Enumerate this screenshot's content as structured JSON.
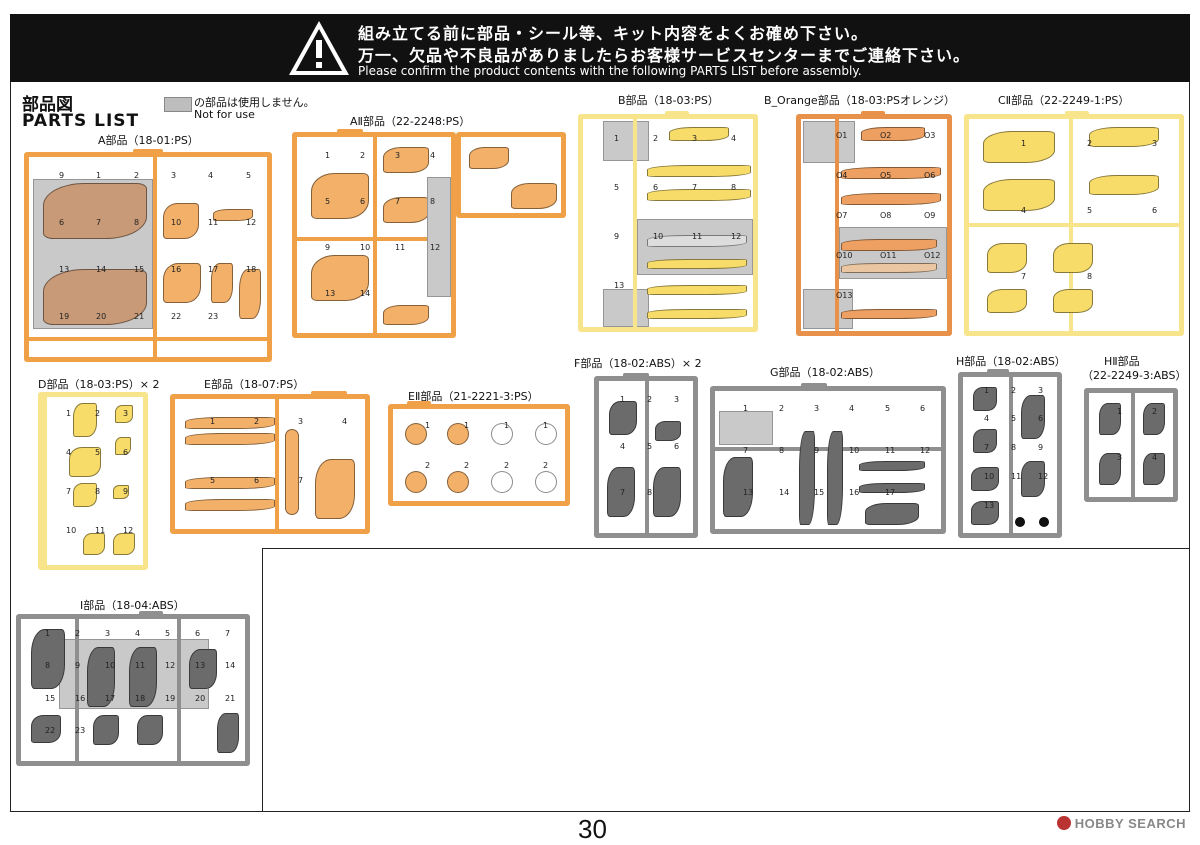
{
  "banner": {
    "line1": "組み立てる前に部品・シール等、キット内容をよくお確め下さい。",
    "line2": "万一、欠品や不良品がありましたらお客様サービスセンターまでご連絡下さい。",
    "line3": "Please confirm the product contents with the following PARTS LIST before assembly."
  },
  "section": {
    "title_jp": "部品図",
    "title_en": "PARTS LIST"
  },
  "legend": {
    "jp": "の部品は使用しません。",
    "en": "Not for use",
    "swatch_color": "#bdbdbd"
  },
  "runners": {
    "A": {
      "label": "A部品（18-01:PS）",
      "nums": [
        "9",
        "1",
        "2",
        "3",
        "4",
        "5",
        "6",
        "7",
        "8",
        "10",
        "11",
        "12",
        "13",
        "14",
        "15",
        "16",
        "17",
        "18",
        "19",
        "20",
        "21",
        "22",
        "23"
      ]
    },
    "A2": {
      "label": "AⅡ部品（22-2248:PS）",
      "nums": [
        "1",
        "2",
        "3",
        "4",
        "5",
        "6",
        "7",
        "8",
        "9",
        "10",
        "11",
        "12",
        "13",
        "14"
      ]
    },
    "B": {
      "label": "B部品（18-03:PS）",
      "nums": [
        "1",
        "2",
        "3",
        "4",
        "5",
        "6",
        "7",
        "8",
        "9",
        "10",
        "11",
        "12",
        "13"
      ]
    },
    "BO": {
      "label": "B_Orange部品（18-03:PSオレンジ）",
      "nums": [
        "O1",
        "O2",
        "O3",
        "O4",
        "O5",
        "O6",
        "O7",
        "O8",
        "O9",
        "O10",
        "O11",
        "O12",
        "O13"
      ]
    },
    "C2": {
      "label": "CⅡ部品（22-2249-1:PS）",
      "nums": [
        "1",
        "2",
        "3",
        "4",
        "5",
        "6",
        "7",
        "8"
      ]
    },
    "D": {
      "label": "D部品（18-03:PS）× 2",
      "nums": [
        "1",
        "2",
        "3",
        "4",
        "5",
        "6",
        "7",
        "8",
        "9",
        "10",
        "11",
        "12"
      ]
    },
    "E": {
      "label": "E部品（18-07:PS）",
      "nums": [
        "1",
        "2",
        "3",
        "4",
        "5",
        "6",
        "7"
      ]
    },
    "E2": {
      "label": "EⅡ部品（21-2221-3:PS）",
      "nums": [
        "1",
        "1",
        "1",
        "1",
        "2",
        "2",
        "2",
        "2"
      ]
    },
    "F": {
      "label": "F部品（18-02:ABS）× 2",
      "nums": [
        "1",
        "2",
        "3",
        "4",
        "5",
        "6",
        "7",
        "8"
      ]
    },
    "G": {
      "label": "G部品（18-02:ABS）",
      "nums": [
        "1",
        "2",
        "3",
        "4",
        "5",
        "6",
        "7",
        "8",
        "9",
        "10",
        "11",
        "12",
        "13",
        "14",
        "15",
        "16",
        "17"
      ]
    },
    "H": {
      "label": "H部品（18-02:ABS）",
      "nums": [
        "1",
        "2",
        "3",
        "4",
        "5",
        "6",
        "7",
        "8",
        "9",
        "10",
        "11",
        "12",
        "13"
      ]
    },
    "H2": {
      "label_line1": "HⅡ部品",
      "label_line2": "（22-2249-3:ABS）",
      "nums": [
        "1",
        "2",
        "3",
        "4"
      ]
    },
    "I": {
      "label": "I部品（18-04:ABS）",
      "nums": [
        "1",
        "2",
        "3",
        "4",
        "5",
        "6",
        "7",
        "8",
        "9",
        "10",
        "11",
        "12",
        "13",
        "14",
        "15",
        "16",
        "17",
        "18",
        "19",
        "20",
        "21",
        "22",
        "23"
      ]
    }
  },
  "colors": {
    "orange": "#f0a046",
    "yellow": "#f8e48a",
    "dark_orange": "#e8914a",
    "grey": "#8f8f8f"
  },
  "page_number": "30",
  "watermark": "HOBBY SEARCH"
}
